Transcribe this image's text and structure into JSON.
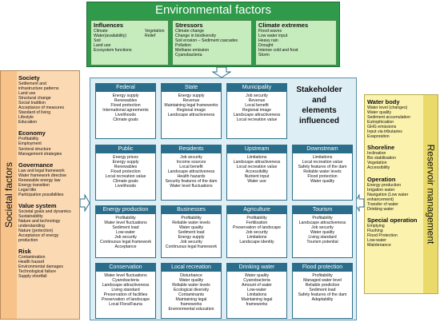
{
  "environmental": {
    "title": "Environmental factors",
    "influences": {
      "title": "Influences",
      "col1": [
        "Climate",
        "Water(availability)",
        "Soil",
        "Land use",
        "Ecosystem functions"
      ],
      "col2": [
        "Vegetation",
        "Relief"
      ]
    },
    "stressors": {
      "title": "Stressors",
      "items": [
        "Climate change",
        "Change in biodiversity",
        "Soil erosion – Sediment cascades",
        "Pollution",
        "Methane emission",
        "Cyanobacteria"
      ]
    },
    "climate_extremes": {
      "title": "Climate extremes",
      "items": [
        "Flood waves",
        "Low water input",
        "Heavy rain",
        "Drought",
        "Intense cold and frost",
        "Storm"
      ]
    }
  },
  "societal": {
    "title": "Societal factors",
    "groups": [
      {
        "title": "Society",
        "items": [
          "Settlement and",
          "infrastructure patterns",
          "Land use",
          "Structural change",
          "Social tradition",
          "Acceptance of measures",
          "Standard of living",
          "Lifestyle",
          "Education"
        ]
      },
      {
        "title": "Economy",
        "items": [
          "Profitability",
          "Employment",
          "Sectoral structure",
          "Management strategies"
        ]
      },
      {
        "title": "Governance",
        "items": [
          "Law and legal framework",
          "Water framework directive",
          "Renewable energy law",
          "Energy transition",
          "Legal title",
          "Participation possibilities"
        ]
      },
      {
        "title": "Value system",
        "items": [
          "Societal goals and dynamics",
          "Sustainability",
          "Nature and technology",
          "understanding",
          "Nature (protection)",
          "Acceptance of energy",
          "production"
        ]
      },
      {
        "title": "Risk",
        "items": [
          "Contamination",
          "Health hazard",
          "Environmental damages",
          "Technological failure",
          "Supply shortfall"
        ]
      }
    ]
  },
  "reservoir": {
    "title": "Reservoir management",
    "groups": [
      {
        "title": "Water body",
        "items": [
          "Water level (changes)",
          "Water quality",
          "Sediment accumulation",
          "Eutrophication",
          "GHG emissions",
          "Input via tributaries",
          "Evaporation"
        ]
      },
      {
        "title": "Shoreline",
        "items": [
          "Inclination",
          "Bio stabilisation",
          "Vegetation",
          "Accessibility"
        ]
      },
      {
        "title": "Operation",
        "items": [
          "Energy production",
          "Irrigation water",
          "Navigation (Low water",
          "enhancement)",
          "Transfer of water",
          "Drinking water"
        ]
      },
      {
        "title": "Special operation",
        "items": [
          "Emptying",
          "Flushing",
          "Flood Protection",
          "Low-water",
          "Maintenance"
        ]
      }
    ]
  },
  "stakeholders": {
    "title_line1": "Stakeholder",
    "title_line2": "and",
    "title_line3": "elements",
    "title_line4": "influenced",
    "cards": [
      {
        "title": "Federal",
        "items": [
          "Energy supply",
          "Renewables",
          "Flood protection",
          "International agreements",
          "Livelihoods",
          "Climate goals"
        ]
      },
      {
        "title": "State",
        "items": [
          "Energy supply",
          "Revenue",
          "Maintaining legal frameworks",
          "Regional image",
          "Landscape attractiveness"
        ]
      },
      {
        "title": "Municipality",
        "items": [
          "Job security",
          "Revenue",
          "Local benefit",
          "Regional image",
          "Landscape attractiveness",
          "Local recreation value"
        ]
      },
      {
        "title": "Public",
        "items": [
          "Energy prices",
          "Energy supply",
          "Renewables",
          "Flood protection",
          "Local recreation value",
          "Climate goals",
          "Livelihoods"
        ]
      },
      {
        "title": "Residents",
        "items": [
          "Job security",
          "Income sources",
          "Local benefit",
          "Landscape attractiveness",
          "Health hazards",
          "Security features of the dam",
          "Water level fluctuations"
        ]
      },
      {
        "title": "Upstream",
        "items": [
          "Limitations",
          "Landscape attractiveness",
          "Local recreation value",
          "Accessibility",
          "Nutrient input",
          "Water use"
        ]
      },
      {
        "title": "Downstream",
        "items": [
          "Limitations",
          "Local recreation value",
          "Safety features of the dam",
          "Reliable water levels",
          "Flood protection",
          "Water quality"
        ]
      },
      {
        "title": "Energy production",
        "items": [
          "Profitability",
          "Water level fluctuations",
          "Sediment load",
          "Low-water",
          "Job security",
          "Continuous legal framework",
          "Acceptance"
        ]
      },
      {
        "title": "Businesses",
        "items": [
          "Profitability",
          "Reliable water levels",
          "Water quality",
          "Sediment load",
          "Energy supply",
          "Job security",
          "Continuous legal framework"
        ]
      },
      {
        "title": "Agriculture",
        "items": [
          "Profitability",
          "Fertilisation",
          "Preservation of landscape",
          "Job security",
          "Limitations",
          "Landscape identity"
        ]
      },
      {
        "title": "Tourism",
        "items": [
          "Profitability",
          "Landscape attractiveness",
          "Job security",
          "Water quality",
          "Living standard",
          "Tourism potential"
        ]
      },
      {
        "title": "Conservation",
        "items": [
          "Water level fluctuations",
          "Cyanobacteria",
          "Landscape attractiveness",
          "Living standard",
          "Preservation of facilities",
          "Preservation of landscape",
          "Local Flora/Fauna"
        ]
      },
      {
        "title": "Local recreation",
        "items": [
          "Disturbance",
          "Water quality",
          "Reliable water levels",
          "Ecological diversity",
          "Contaminants",
          "Maintaining legal",
          "frameworks",
          "Environmental education"
        ]
      },
      {
        "title": "Drinking water",
        "items": [
          "Water quality",
          "Cyanobacteria",
          "Amount of water",
          "Low-water",
          "Limitations",
          "Maintaining legal",
          "frameworks"
        ]
      },
      {
        "title": "Flood protection",
        "items": [
          "Profitability",
          "Managed water level",
          "Reliable prediction",
          "Sediment load",
          "Safety features of the dam",
          "Adaptability"
        ]
      }
    ]
  },
  "colors": {
    "env": "#2e9a4a",
    "env_box": "#c6ebbd",
    "society": "#fbd9b2",
    "reservoir": "#fbf3ad",
    "center": "#ddeef5",
    "card_header": "#2a6e8b"
  }
}
